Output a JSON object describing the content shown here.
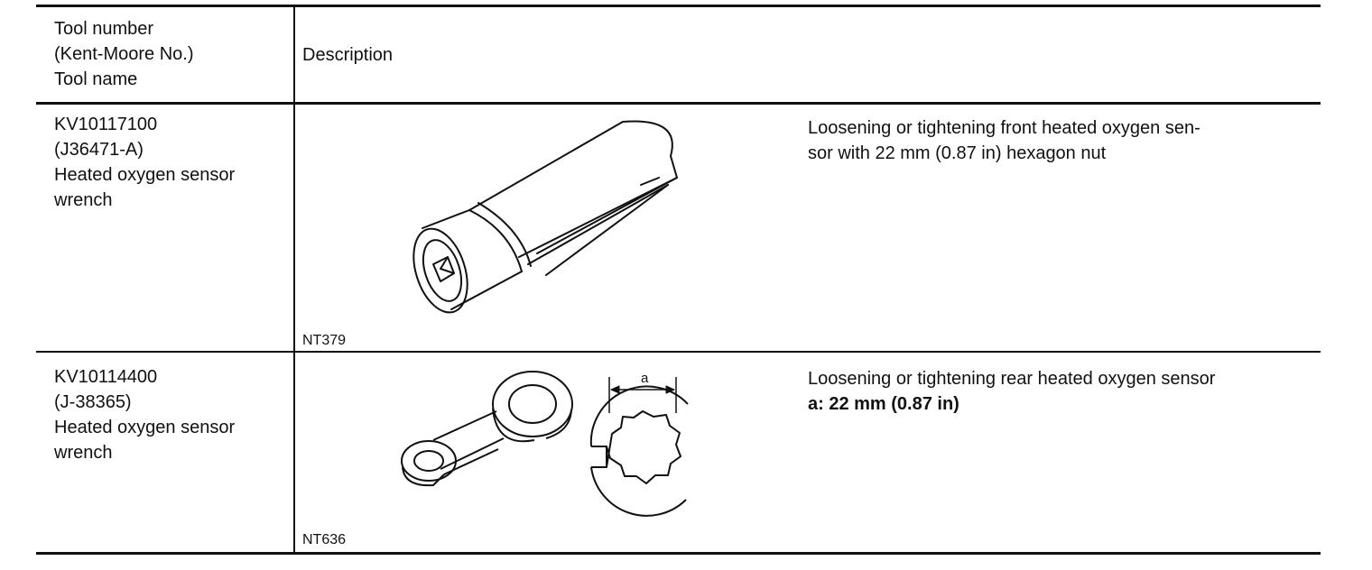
{
  "header": {
    "tool_col": [
      "Tool number",
      "(Kent-Moore No.)",
      "Tool name"
    ],
    "desc_col": "Description"
  },
  "rows": [
    {
      "tool_number": "KV10117100",
      "kent_moore": "(J36471-A)",
      "name_line1": "Heated oxygen sensor",
      "name_line2": "wrench",
      "image_code": "NT379",
      "description_line1": "Loosening or tightening front heated oxygen sen-",
      "description_line2": "sor with 22 mm (0.87 in) hexagon nut"
    },
    {
      "tool_number": "KV10114400",
      "kent_moore": "(J-38365)",
      "name_line1": "Heated oxygen sensor",
      "name_line2": "wrench",
      "image_code": "NT636",
      "description_line1": "Loosening or tightening rear heated oxygen sensor",
      "description_bold": "a: 22 mm (0.87 in)",
      "dimension_label": "a"
    }
  ]
}
